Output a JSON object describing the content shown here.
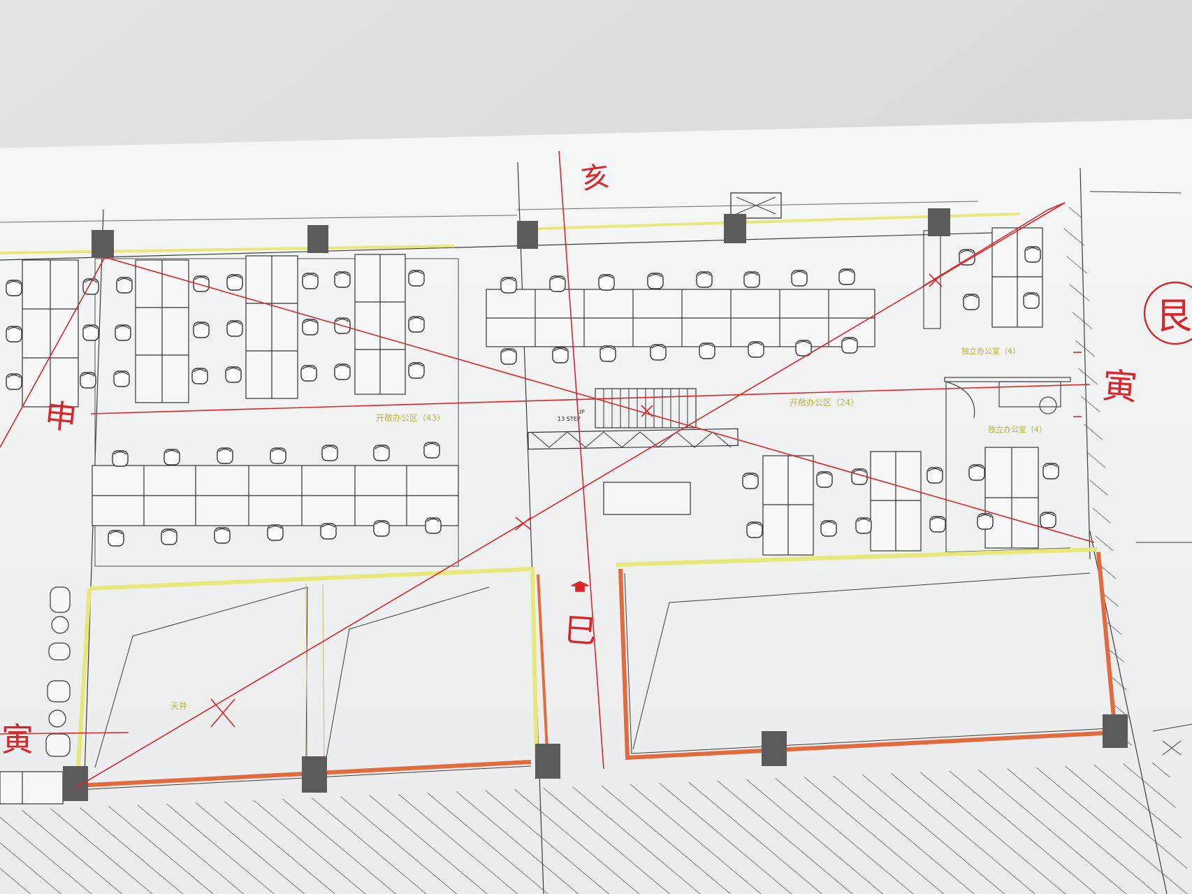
{
  "photo": {
    "subject": "floor-plan-printout"
  },
  "plan": {
    "labels": {
      "open_office_left": "开敞办公区（43）",
      "open_office_right": "开敞办公区（24）",
      "private_office_top": "独立办公室（4）",
      "private_office_mid": "独立办公室（4）",
      "stair_up": "UP",
      "stair_steps": "13 STEP",
      "skylight": "天井"
    }
  },
  "handwriting": {
    "top": "亥",
    "middle_left": "申",
    "bottom_left": "寅",
    "bottom_center": "巳",
    "right_side": "寅",
    "circled": "艮"
  },
  "colors": {
    "paper": "#f1f2f3",
    "wall_yellow": "#e8e87a",
    "wall_orange": "#e36a3c",
    "red_ink": "#d8262a",
    "column_gray": "#5b5b5b",
    "line_dark": "#3b3b3b"
  }
}
